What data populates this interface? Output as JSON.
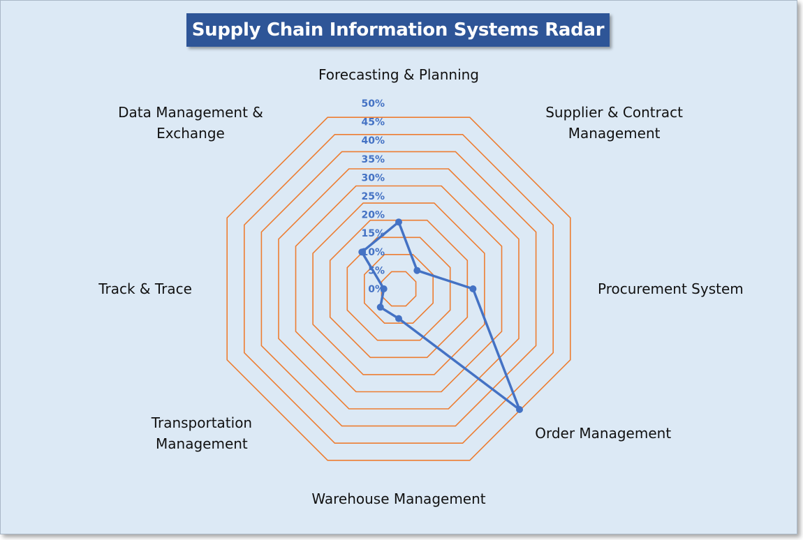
{
  "chart_data": {
    "type": "radar",
    "title": "Supply Chain Information Systems Radar",
    "categories": [
      [
        "Forecasting & Planning"
      ],
      [
        "Supplier & Contract",
        "Management"
      ],
      [
        "Procurement System"
      ],
      [
        "Order Management"
      ],
      [
        "Warehouse Management"
      ],
      [
        "Transportation",
        "Management"
      ],
      [
        "Track & Trace"
      ],
      [
        "Data Management &",
        "Exchange"
      ]
    ],
    "series": [
      {
        "values": [
          18,
          7,
          20,
          46,
          8,
          7,
          4,
          14
        ]
      }
    ],
    "rlim": [
      0,
      50
    ],
    "ticks": [
      "0%",
      "5%",
      "10%",
      "15%",
      "20%",
      "25%",
      "30%",
      "35%",
      "40%",
      "45%",
      "50%"
    ],
    "grid": true,
    "legend": "none",
    "colors": {
      "grid": "#ed7d31",
      "series": "#4472c4",
      "background": "#dce9f5",
      "title_bg": "#2e5597",
      "title_text": "#ffffff"
    }
  }
}
